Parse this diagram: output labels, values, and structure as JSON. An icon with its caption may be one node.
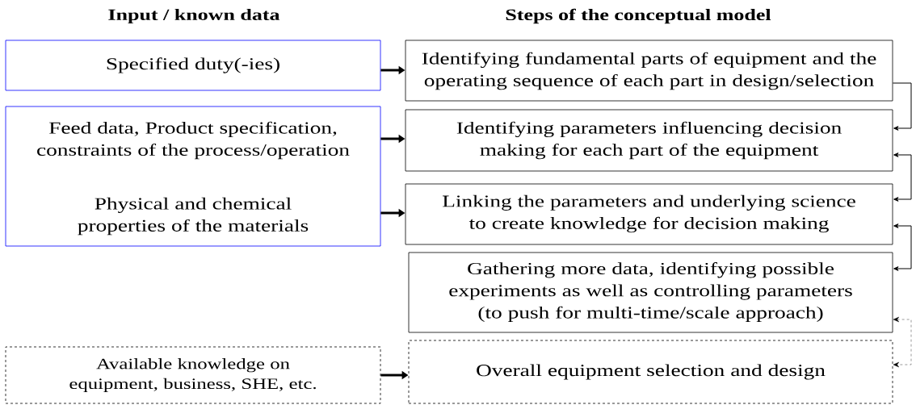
{
  "diagram": {
    "nodes": [
      {
        "text": [
          "Specified duty(-ies)"
        ]
      },
      {
        "text": [
          "Feed data, Product specification, constraints of the process/operation",
          "Physical and chemical properties of the materials"
        ]
      },
      {
        "text": [
          "Available knowledge on equipment, business, SHE, etc."
        ]
      },
      {
        "text": [
          "Identifying fundamental parts of equipment and the operating sequence of each part in design/selection"
        ]
      },
      {
        "text": [
          "Identifying parameters influencing decision making for each part of the equipment"
        ]
      },
      {
        "text": [
          "Linking the parameters and underlying science to create knowledge for decision making"
        ]
      },
      {
        "text": [
          "Gathering more data, identifying possible experiments as well as controlling parameters (to push for multi-time/scale approach)"
        ]
      },
      {
        "text": [
          "Overall equipment selection and design"
        ]
      }
    ],
    "edges": [
      {
        "from": 0,
        "to": 3,
        "arrow": "to",
        "style": "thick"
      },
      {
        "from": 1,
        "to": 4,
        "arrow": "to",
        "style": "thick"
      },
      {
        "from": 1,
        "to": 5,
        "arrow": "to",
        "style": "thick"
      },
      {
        "from": 2,
        "to": 7,
        "arrow": "to",
        "style": "thick"
      },
      {
        "from": 3,
        "to": 4,
        "arrow": "to"
      },
      {
        "from": 4,
        "to": 5,
        "arrow": "both"
      },
      {
        "from": 5,
        "to": 6,
        "arrow": "both"
      },
      {
        "from": 6,
        "to": 7,
        "arrow": "both",
        "style": "dashed"
      }
    ],
    "labels": [
      "Input / known data",
      "Steps of the conceptual model"
    ]
  }
}
